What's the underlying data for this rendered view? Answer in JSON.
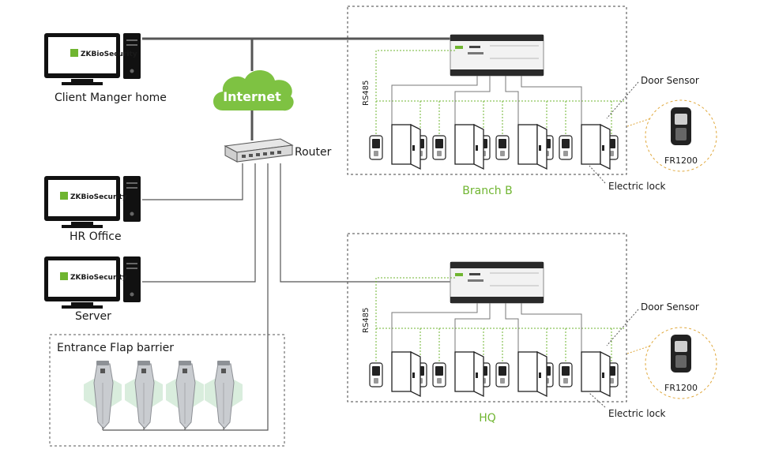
{
  "diagram": {
    "pcs": [
      {
        "label": "Client Manger home",
        "brand": "ZKBioSecurity"
      },
      {
        "label": "HR Office",
        "brand": "ZKBioSecurity"
      },
      {
        "label": "Server",
        "brand": "ZKBioSecurity"
      }
    ],
    "cloud_label": "Internet",
    "router_label": "Router",
    "flap_title": "Entrance Flap barrier",
    "sites": [
      {
        "name": "Branch B",
        "rs485": "RS485",
        "door_sensor": "Door Sensor",
        "electric_lock": "Electric lock",
        "reader": "FR1200"
      },
      {
        "name": "HQ",
        "rs485": "RS485",
        "door_sensor": "Door Sensor",
        "electric_lock": "Electric lock",
        "reader": "FR1200"
      }
    ],
    "colors": {
      "network_line": "#555555",
      "accent_green": "#6fb530",
      "cloud": "#7ec242",
      "site_border": "#444444"
    }
  }
}
